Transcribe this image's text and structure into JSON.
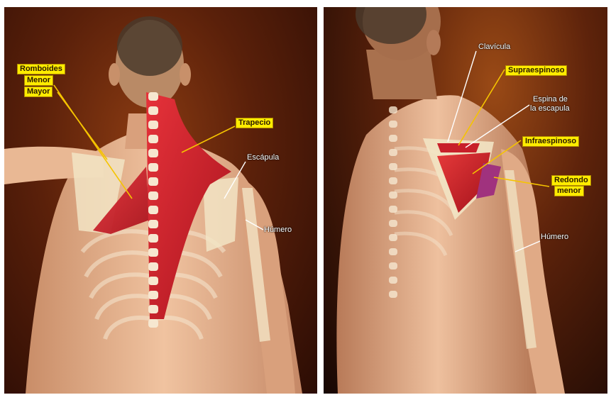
{
  "left_panel": {
    "labels": {
      "romboides_1": "Romboides",
      "romboides_2": "Menor",
      "romboides_3": "Mayor",
      "trapecio": "Trapecio",
      "escapula": "Escápula",
      "humero": "Húmero"
    }
  },
  "right_panel": {
    "labels": {
      "clavicula": "Clavícula",
      "supraespinoso": "Supraespinoso",
      "espina_1": "Espina de",
      "espina_2": "la escapula",
      "infraespinoso": "Infraespinoso",
      "redondo_1": "Redondo",
      "redondo_2": "menor",
      "humero": "Húmero"
    }
  },
  "colors": {
    "label_yellow": "#ffec00",
    "leader_yellow": "#f5c400",
    "muscle_red": "#c8202a",
    "skin": "#e8b48c",
    "bone": "#f2e4c4"
  }
}
